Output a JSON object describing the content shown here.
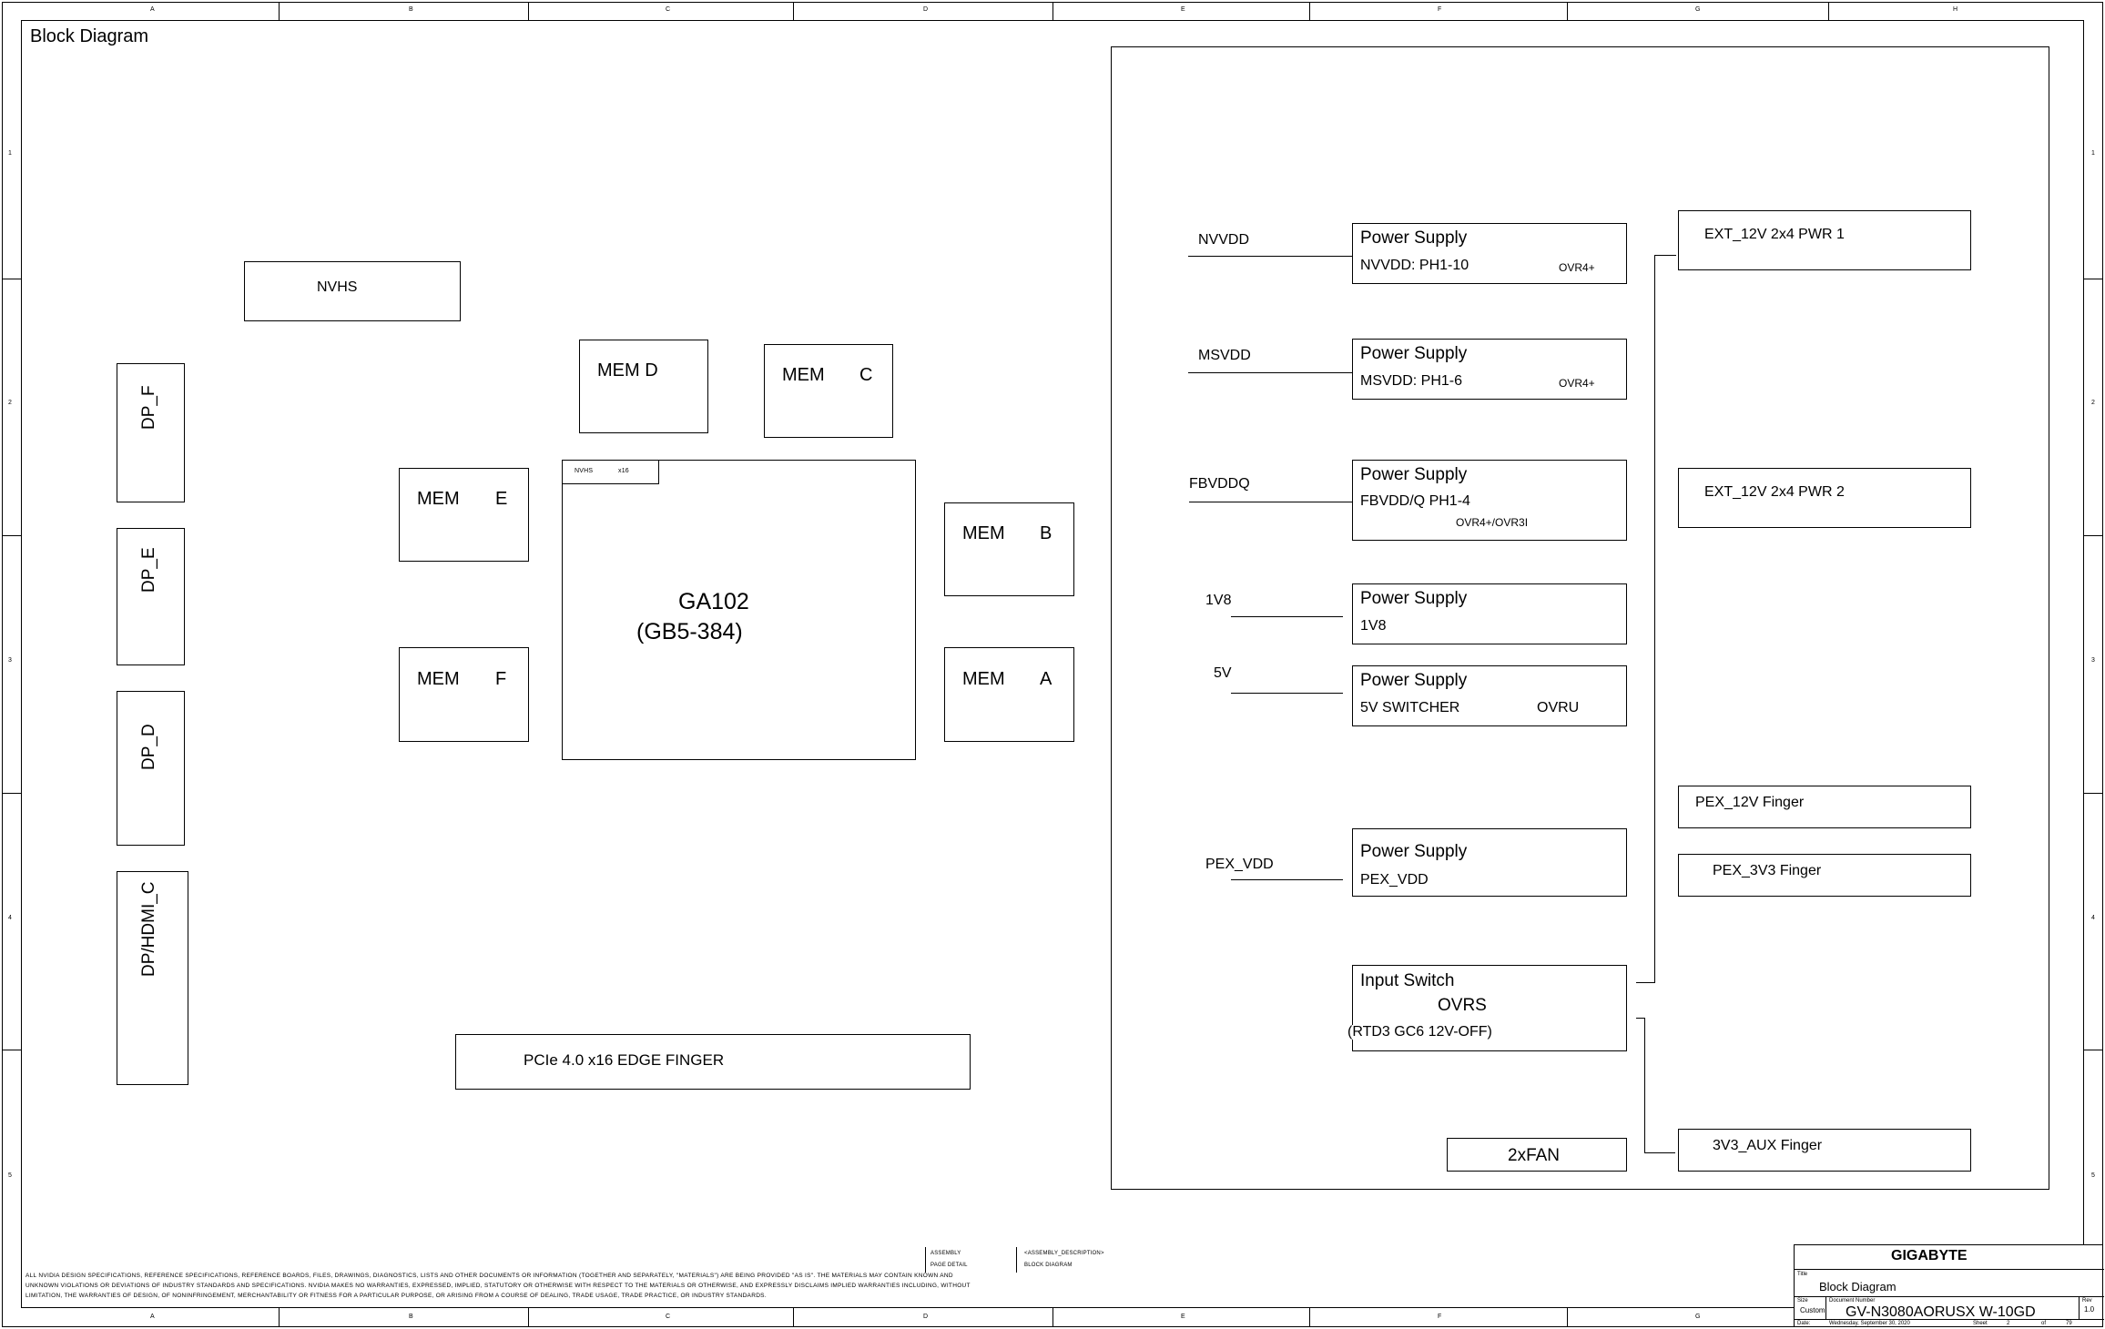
{
  "title": "Block Diagram",
  "border": {
    "columns": [
      "A",
      "B",
      "C",
      "D",
      "E",
      "F",
      "G",
      "H"
    ],
    "rows": [
      "1",
      "2",
      "3",
      "4",
      "5"
    ]
  },
  "left": {
    "nvhs": "NVHS",
    "gpu_tab": {
      "a": "NVHS",
      "b": "x16"
    },
    "gpu_line1": "GA102",
    "gpu_line2": "(GB5-384)",
    "mem": [
      {
        "id": "MEM D",
        "left": "MEM D",
        "right": ""
      },
      {
        "id": "MEM C",
        "left": "MEM",
        "right": "C"
      },
      {
        "id": "MEM E",
        "left": "MEM",
        "right": "E"
      },
      {
        "id": "MEM F",
        "left": "MEM",
        "right": "F"
      },
      {
        "id": "MEM B",
        "left": "MEM",
        "right": "B"
      },
      {
        "id": "MEM A",
        "left": "MEM",
        "right": "A"
      }
    ],
    "dp": [
      "DP_F",
      "DP_E",
      "DP_D",
      "DP/HDMI_C"
    ],
    "pcie": "PCIe 4.0 x16 EDGE FINGER"
  },
  "power": {
    "rails": [
      {
        "net": "NVVDD",
        "title": "Power Supply",
        "sub": "NVVDD: PH1-10",
        "note": "OVR4+"
      },
      {
        "net": "MSVDD",
        "title": "Power Supply",
        "sub": "MSVDD: PH1-6",
        "note": "OVR4+"
      },
      {
        "net": "FBVDDQ",
        "title": "Power Supply",
        "sub": "FBVDD/Q PH1-4",
        "note": "OVR4+/OVR3I"
      },
      {
        "net": "1V8",
        "title": "Power Supply",
        "sub": "1V8",
        "note": ""
      },
      {
        "net": "5V",
        "title": "Power Supply",
        "sub": "5V SWITCHER",
        "note": "OVRU"
      },
      {
        "net": "PEX_VDD",
        "title": "Power Supply",
        "sub": "PEX_VDD",
        "note": ""
      }
    ],
    "input_switch": {
      "title": "Input Switch",
      "sub": "OVRS",
      "note": "(RTD3 GC6 12V-OFF)"
    },
    "fan": "2xFAN",
    "inputs": [
      "EXT_12V 2x4 PWR 1",
      "EXT_12V 2x4 PWR 2",
      "PEX_12V Finger",
      "PEX_3V3 Finger",
      "3V3_AUX Finger"
    ]
  },
  "footer": {
    "disclaimer": "ALL NVIDIA DESIGN SPECIFICATIONS, REFERENCE SPECIFICATIONS, REFERENCE BOARDS, FILES, DRAWINGS, DIAGNOSTICS, LISTS AND OTHER DOCUMENTS OR INFORMATION (TOGETHER AND SEPARATELY, \"MATERIALS\") ARE BEING PROVIDED \"AS IS\". THE MATERIALS MAY CONTAIN KNOWN AND UNKNOWN VIOLATIONS OR DEVIATIONS OF INDUSTRY STANDARDS AND SPECIFICATIONS. NVIDIA MAKES NO WARRANTIES, EXPRESSED, IMPLIED, STATUTORY OR OTHERWISE WITH RESPECT TO THE MATERIALS OR OTHERWISE, AND EXPRESSLY DISCLAIMS IMPLIED WARRANTIES INCLUDING, WITHOUT LIMITATION, THE WARRANTIES OF DESIGN, OF NONINFRINGEMENT, MERCHANTABILITY OR FITNESS FOR A PARTICULAR PURPOSE, OR ARISING FROM A COURSE OF DEALING, TRADE USAGE, TRADE PRACTICE, OR INDUSTRY STANDARDS.",
    "assembly_label": "ASSEMBLY",
    "assembly_value": "<ASSEMBLY_DESCRIPTION>",
    "page_label": "PAGE DETAIL",
    "page_value": "BLOCK DIAGRAM",
    "company": "GIGABYTE",
    "title_label": "Title",
    "title_value": "Block Diagram",
    "size_label": "Size",
    "size_value": "Custom",
    "docnum_label": "Document Number",
    "docnum_value": "GV-N3080AORUSX W-10GD",
    "rev_label": "Rev",
    "rev_value": "1.0",
    "date_label": "Date:",
    "date_value": "Wednesday, September 30, 2020",
    "sheet_label": "Sheet",
    "sheet_value": "2",
    "of_label": "of",
    "of_value": "79"
  }
}
